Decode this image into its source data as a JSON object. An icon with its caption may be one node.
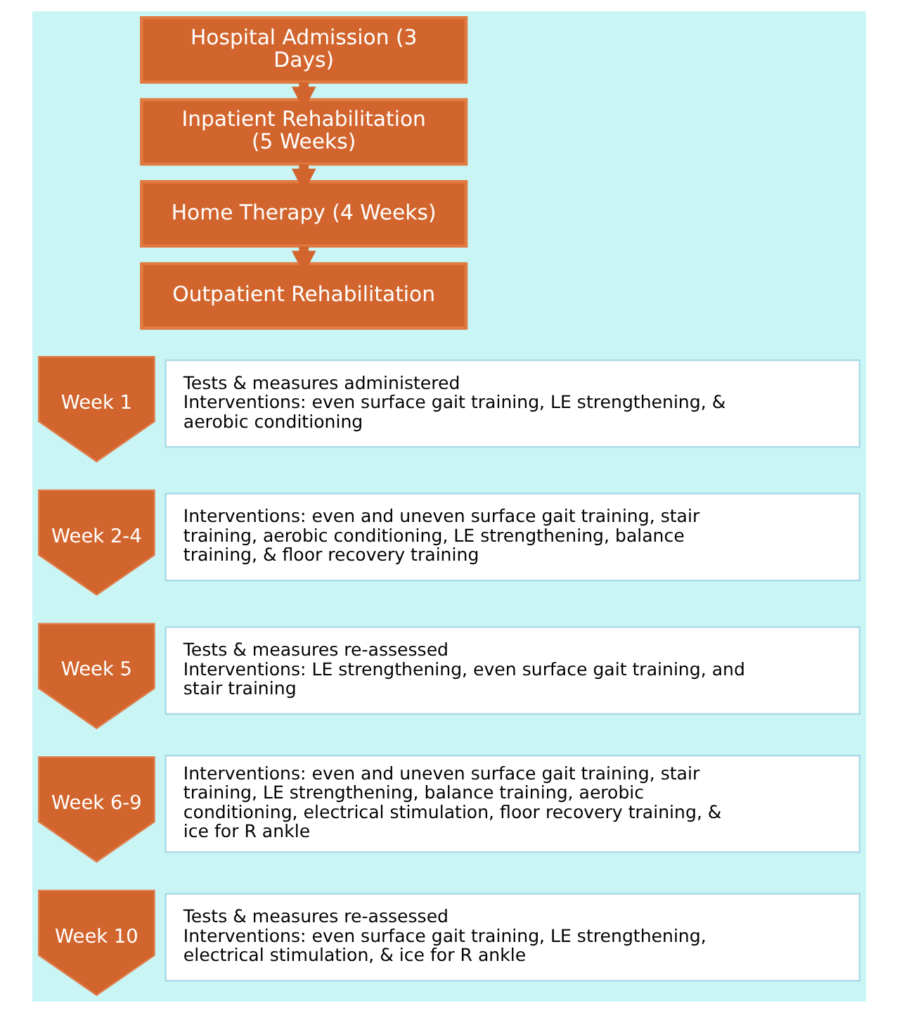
{
  "diagram": {
    "nodes": [
      {
        "text": [
          "Hospital Admission (3 Days)"
        ]
      },
      {
        "text": [
          "Inpatient Rehabilitation (5 Weeks)"
        ]
      },
      {
        "text": [
          "Home Therapy (4 Weeks)"
        ]
      },
      {
        "text": [
          "Outpatient Rehabilitation"
        ]
      },
      {
        "text": [
          "Week 1"
        ]
      },
      {
        "text": [
          "Tests & measures administered",
          "Interventions: even surface gait training, LE strengthening, & aerobic conditioning"
        ]
      },
      {
        "text": [
          "Week 2-4"
        ]
      },
      {
        "text": [
          "Interventions: even and uneven surface gait training, stair training, aerobic conditioning, LE strengthening, balance training, & floor recovery training"
        ]
      },
      {
        "text": [
          "Week 5"
        ]
      },
      {
        "text": [
          "Tests & measures re-assessed",
          "Interventions: LE strengthening, even surface gait training, and stair training"
        ]
      },
      {
        "text": [
          "Week 6-9"
        ]
      },
      {
        "text": [
          "Interventions: even and uneven surface gait training, stair training, LE strengthening, balance training, aerobic conditioning, electrical stimulation, floor recovery training, & ice for R ankle"
        ]
      },
      {
        "text": [
          "Week 10"
        ]
      },
      {
        "text": [
          "Tests & measures re-assessed",
          "Interventions: even surface gait training, LE strengthening, electrical stimulation, & ice for R ankle"
        ]
      }
    ],
    "edges": [
      {
        "from": 0,
        "to": 1,
        "arrow": "to"
      },
      {
        "from": 1,
        "to": 2,
        "arrow": "to"
      },
      {
        "from": 2,
        "to": 3,
        "arrow": "to"
      }
    ]
  }
}
